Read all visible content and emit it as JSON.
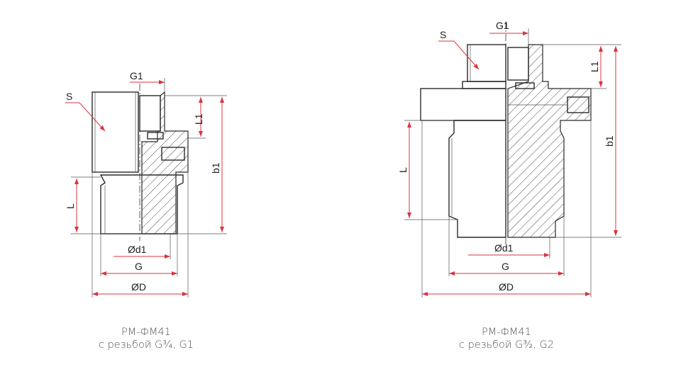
{
  "colors": {
    "dimension": "#d8343f",
    "outline": "#2a2a2a"
  },
  "left": {
    "labels": {
      "s": "S",
      "g1": "G1",
      "l1": "L1",
      "b1": "b1",
      "l": "L",
      "d1": "Ød1",
      "g": "G",
      "d": "ØD"
    },
    "caption": {
      "line1": "РМ-ФМ41",
      "line2": "с резьбой G¾, G1"
    }
  },
  "right": {
    "labels": {
      "s": "S",
      "g1": "G1",
      "l1": "L1",
      "b1": "b1",
      "l": "L",
      "d1": "Ød1",
      "g": "G",
      "d": "ØD"
    },
    "caption": {
      "line1": "РМ-ФМ41",
      "line2": "с резьбой G³⁄₂, G2"
    }
  }
}
